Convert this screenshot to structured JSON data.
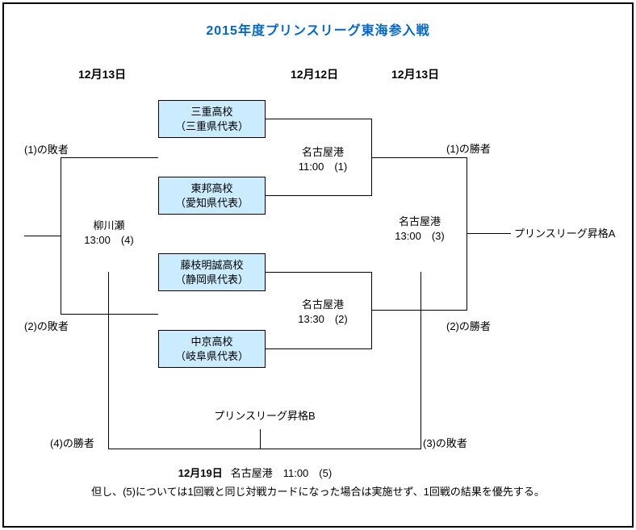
{
  "title": "2015年度プリンスリーグ東海参入戦",
  "dates": {
    "left": "12月13日",
    "center": "12月12日",
    "right": "12月13日"
  },
  "teams": [
    {
      "name": "三重高校",
      "prefecture": "（三重県代表）"
    },
    {
      "name": "東邦高校",
      "prefecture": "（愛知県代表）"
    },
    {
      "name": "藤枝明誠高校",
      "prefecture": "（静岡県代表）"
    },
    {
      "name": "中京高校",
      "prefecture": "（岐阜県代表）"
    }
  ],
  "matches": {
    "match1": {
      "venue": "名古屋港",
      "time": "11:00　(1)"
    },
    "match2": {
      "venue": "名古屋港",
      "time": "13:30　(2)"
    },
    "match3": {
      "venue": "名古屋港",
      "time": "13:00　(3)"
    },
    "match4": {
      "venue": "柳川瀬",
      "time": "13:00　(4)"
    },
    "match5": {
      "date": "12月19日",
      "detail": "名古屋港　11:00　(5)"
    }
  },
  "labels": {
    "loser_of_1": "(1)の敗者",
    "loser_of_2": "(2)の敗者",
    "winner_of_1": "(1)の勝者",
    "winner_of_2": "(2)の勝者",
    "winner_of_4": "(4)の勝者",
    "loser_of_3": "(3)の敗者",
    "promotion_a": "プリンスリーグ昇格A",
    "promotion_b": "プリンスリーグ昇格B"
  },
  "note": "但し、(5)については1回戦と同じ対戦カードになった場合は実施せず、1回戦の結果を優先する。",
  "colors": {
    "title_text": "#0066CC",
    "team_box_fill": "#CBECFF",
    "line": "#000000"
  }
}
